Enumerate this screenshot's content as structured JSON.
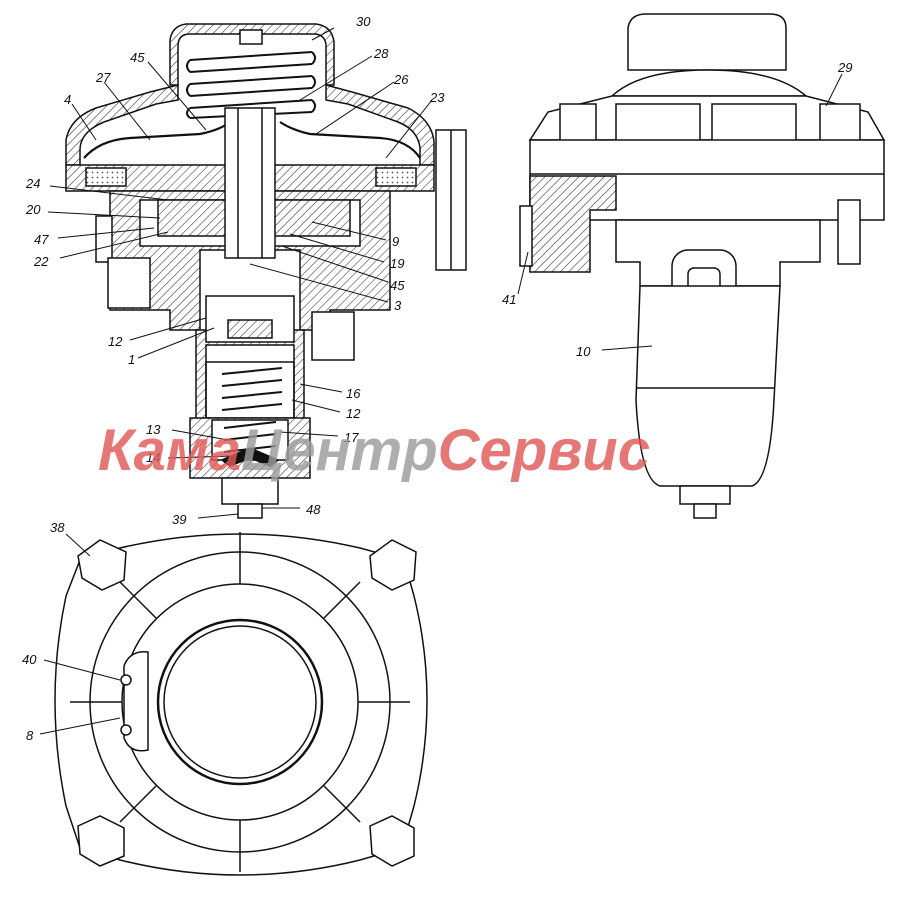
{
  "watermark": {
    "parts": [
      "Кама",
      "Центр",
      "Сервис"
    ],
    "colors": [
      "#e05a5a",
      "#9c9c9c",
      "#e05a5a"
    ]
  },
  "callouts": {
    "c30": "30",
    "c28": "28",
    "c45a": "45",
    "c27": "27",
    "c26": "26",
    "c4": "4",
    "c23": "23",
    "c24": "24",
    "c20": "20",
    "c47": "47",
    "c22": "22",
    "c9": "9",
    "c19": "19",
    "c45b": "45",
    "c3": "3",
    "c12a": "12",
    "c1": "1",
    "c16": "16",
    "c12b": "12",
    "c13": "13",
    "c17": "17",
    "c14": "14",
    "c39": "39",
    "c48": "48",
    "c29": "29",
    "c41": "41",
    "c10": "10",
    "c38": "38",
    "c40": "40",
    "c8": "8"
  }
}
